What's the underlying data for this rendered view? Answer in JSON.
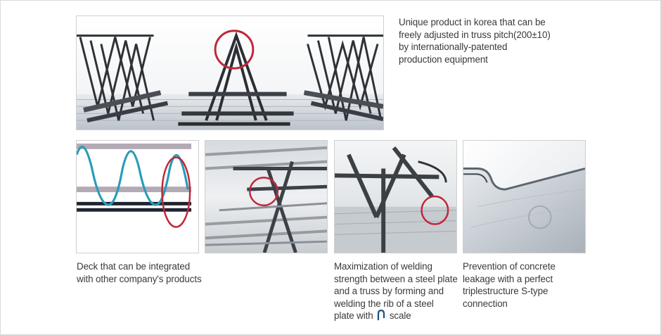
{
  "top": {
    "caption_lines": [
      "Unique product in korea that can be",
      "freely adjusted in truss pitch(200±10)",
      "by internationally-patented",
      "production equipment"
    ],
    "image_icon": "truss-pitch-photo"
  },
  "panels": [
    {
      "image_icon": "deck-profile-diagram",
      "caption_lines": [
        "Deck that can be integrated",
        "with other company's products"
      ]
    },
    {
      "image_icon": "truss-weld-closeup-photo",
      "caption_lines": []
    },
    {
      "image_icon": "rib-weld-photo",
      "caption_lines": [
        "Maximization of welding",
        "strength between a steel plate",
        "and a truss by forming and",
        "welding the rib of a steel"
      ],
      "last_line_before": "plate with",
      "last_line_after": "scale",
      "inline_icon": "rib-scale-icon"
    },
    {
      "image_icon": "s-type-connection-photo",
      "caption_lines": [
        "Prevention of concrete",
        "leakage with a perfect",
        "triplestructure S-type",
        "connection"
      ]
    }
  ],
  "colors": {
    "highlight_circle": "#c0273a",
    "deck_wave": "#2a9bb8",
    "deck_band": "#b4aab6",
    "deck_base": "#1f2430",
    "text": "#3a3a3a"
  }
}
